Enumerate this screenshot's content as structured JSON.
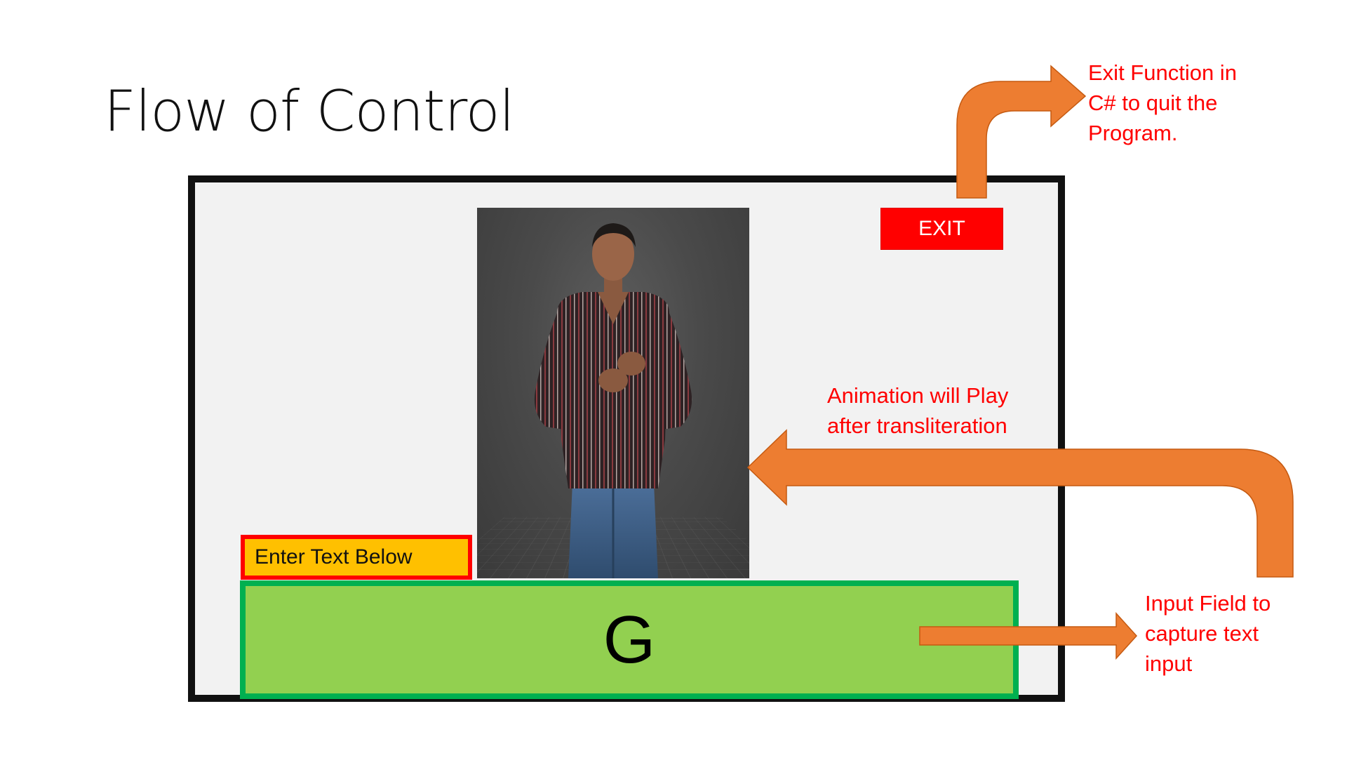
{
  "slide": {
    "title": "Flow of Control"
  },
  "app": {
    "exit_label": "EXIT",
    "prompt_label": "Enter Text Below",
    "input_value": "G"
  },
  "annotations": {
    "exit": [
      "Exit Function in",
      "C# to quit the",
      "Program."
    ],
    "animation": [
      "Animation will Play",
      "after transliteration"
    ],
    "input": [
      "Input Field to",
      "capture text",
      "input"
    ]
  },
  "colors": {
    "annotation_text": "#ff0000",
    "arrow_fill": "#ed7d31",
    "exit_button": "#ff0000",
    "prompt_fill": "#ffc000",
    "input_fill": "#92d050",
    "input_border": "#00b050"
  }
}
